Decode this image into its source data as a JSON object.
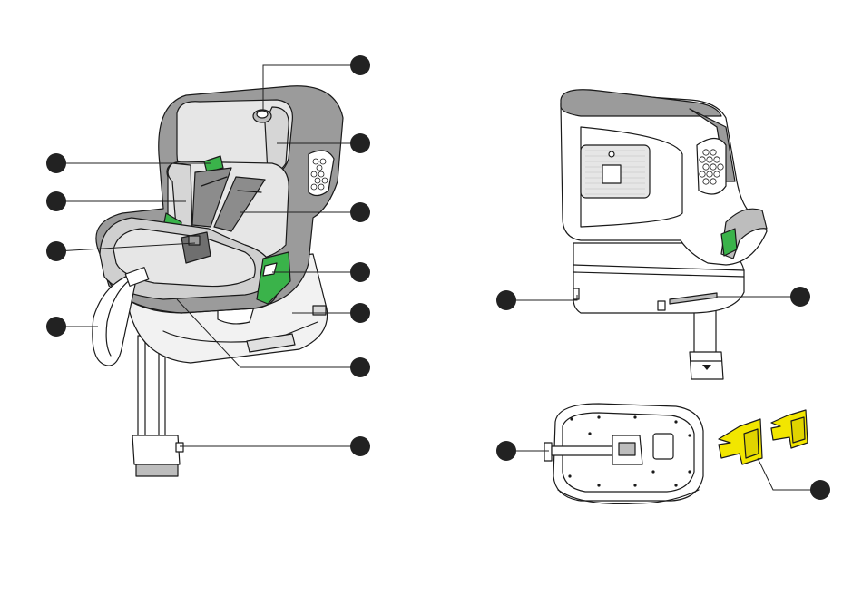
{
  "diagram": {
    "views": [
      {
        "id": "front-three-quarter",
        "kind": "car-seat-with-leg"
      },
      {
        "id": "rear",
        "kind": "car-seat-rear"
      },
      {
        "id": "base-bottom",
        "kind": "base-underside"
      },
      {
        "id": "isofix-guides",
        "kind": "yellow-clips"
      }
    ],
    "callout_count": 15,
    "colors": {
      "ink": "#1a1a1a",
      "shell_gray": "#9b9b9b",
      "padding_light": "#e6e6e6",
      "padding_mid": "#cfcfcf",
      "accent_green": "#3ab34a",
      "clip_yellow": "#f2e600",
      "marker": "#222222"
    }
  }
}
